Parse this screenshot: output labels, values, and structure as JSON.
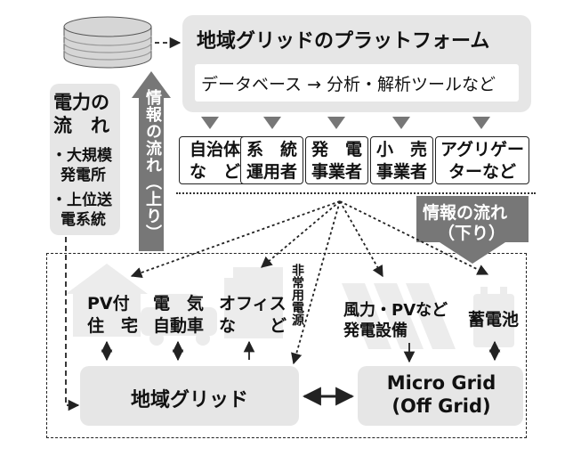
{
  "platform": {
    "title": "地域グリッドのプラットフォーム",
    "subtitle": "データベース → 分析・解析ツールなど"
  },
  "power_flow": {
    "title_line1": "電力の",
    "title_line2": "流　れ",
    "item1_line1": "・大規模",
    "item1_line2": "発電所",
    "item2_line1": "・上位送",
    "item2_line2": "電系統"
  },
  "info_flow_up": "情報の流れ（上り）",
  "info_flow_down": {
    "line1": "情報の流れ",
    "line2": "（下り）"
  },
  "actors": [
    {
      "line1": "自治体",
      "line2": "な　ど"
    },
    {
      "line1": "系　統",
      "line2": "運用者"
    },
    {
      "line1": "発　電",
      "line2": "事業者"
    },
    {
      "line1": "小　売",
      "line2": "事業者"
    },
    {
      "line1": "アグリゲー",
      "line2": "ターなど"
    }
  ],
  "endpoints": {
    "pv_house": {
      "line1": "PV付",
      "line2": "住　宅"
    },
    "ev": {
      "line1": "電　気",
      "line2": "自動車"
    },
    "office": {
      "line1": "オフィス",
      "line2": "な　　ど"
    },
    "emergency_power": "非常用電源",
    "wind_pv": {
      "line1": "風力・PVなど",
      "line2": "発電設備"
    },
    "battery": "蓄電池"
  },
  "local_grid": "地域グリッド",
  "micro_grid": {
    "line1": "Micro Grid",
    "line2": "(Off Grid)"
  },
  "colors": {
    "box_fill": "#e6e6e6",
    "ghost_fill": "#ececec",
    "arrow_band": "#777777",
    "stroke": "#222222"
  },
  "icons": [
    "database-icon",
    "house-icon",
    "car-icon",
    "building-icon",
    "solar-panel-icon",
    "battery-icon"
  ]
}
